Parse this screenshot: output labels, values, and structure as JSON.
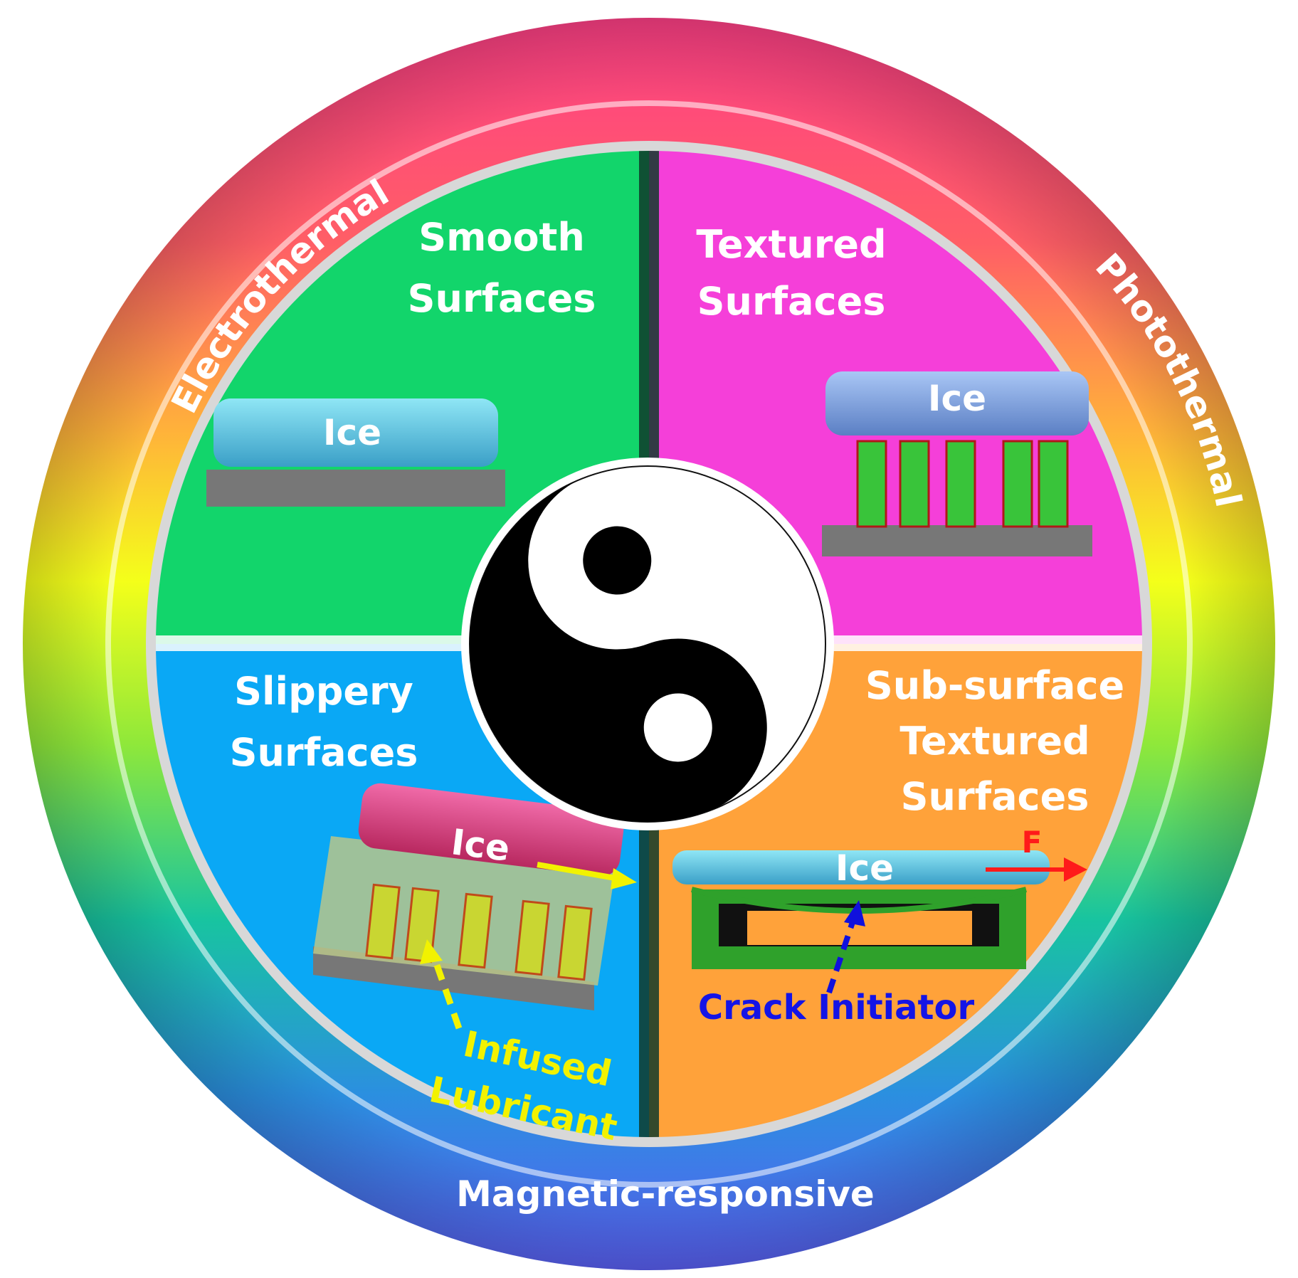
{
  "ring": {
    "left_label": "Electrothermal",
    "right_label": "Photothermal",
    "bottom_label": "Magnetic-responsive"
  },
  "quadrants": {
    "smooth": {
      "title_line1": "Smooth",
      "title_line2": "Surfaces",
      "ice_label": "Ice",
      "color": "#12d56b"
    },
    "textured": {
      "title_line1": "Textured",
      "title_line2": "Surfaces",
      "ice_label": "Ice",
      "color": "#f53fd9"
    },
    "slippery": {
      "title_line1": "Slippery",
      "title_line2": "Surfaces",
      "ice_label": "Ice",
      "annotation_line1": "Infused",
      "annotation_line2": "Lubricant",
      "color": "#0aa8f5"
    },
    "subsurface": {
      "title_line1": "Sub-surface",
      "title_line2": "Textured",
      "title_line3": "Surfaces",
      "ice_label": "Ice",
      "force_label": "F",
      "annotation": "Crack Initiator",
      "color": "#ffa23a"
    }
  },
  "center": {
    "icon": "yin-yang-icon"
  }
}
